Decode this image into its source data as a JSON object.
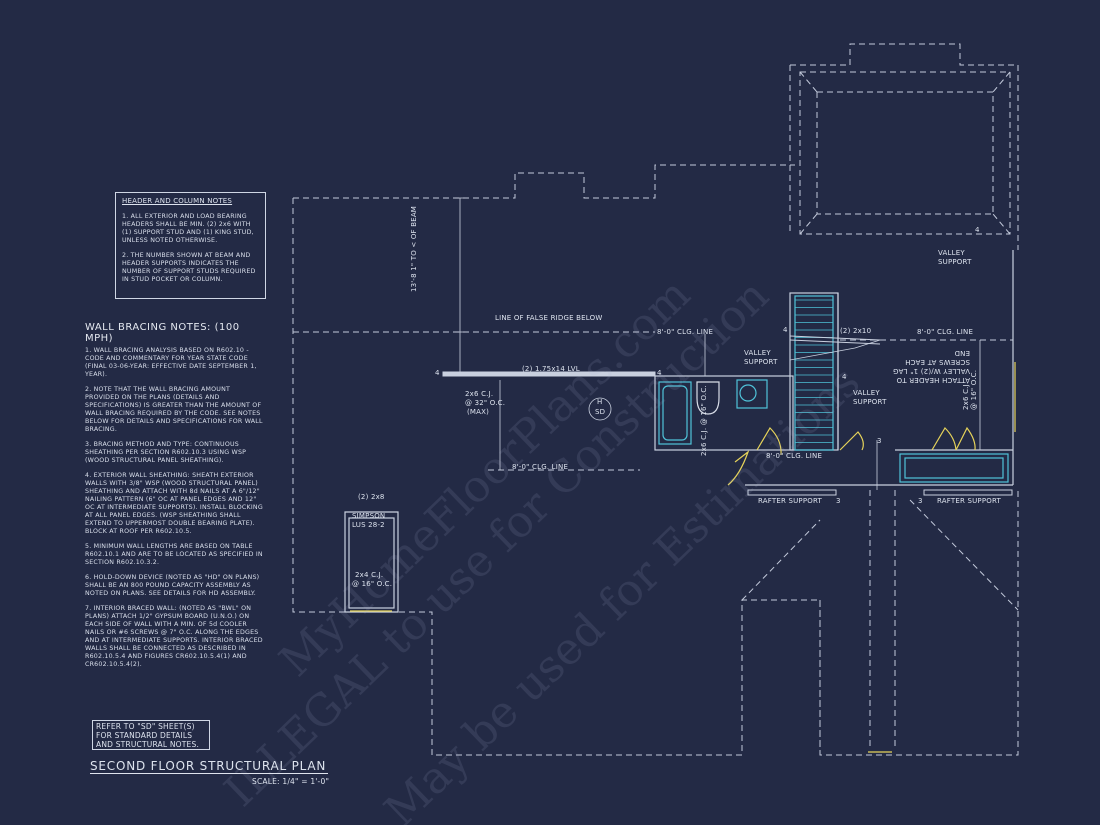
{
  "header_notes": {
    "title": "HEADER AND COLUMN NOTES",
    "items": [
      "1. ALL EXTERIOR AND LOAD BEARING HEADERS SHALL BE MIN. (2) 2x6 WITH (1) SUPPORT STUD AND (1) KING STUD, UNLESS NOTED OTHERWISE.",
      "2. THE NUMBER SHOWN AT BEAM AND HEADER SUPPORTS INDICATES THE NUMBER OF SUPPORT STUDS REQUIRED IN STUD POCKET OR COLUMN."
    ]
  },
  "bracing_notes": {
    "title": "WALL BRACING NOTES: (100 MPH)",
    "items": [
      "1. WALL BRACING ANALYSIS BASED ON R602.10 - CODE AND COMMENTARY FOR YEAR STATE CODE (FINAL 03-06-YEAR: EFFECTIVE DATE SEPTEMBER 1, YEAR).",
      "2. NOTE THAT THE WALL BRACING AMOUNT PROVIDED ON THE PLANS (DETAILS AND SPECIFICATIONS) IS GREATER THAN THE AMOUNT OF WALL BRACING REQUIRED BY THE CODE. SEE NOTES BELOW FOR DETAILS AND SPECIFICATIONS FOR WALL BRACING.",
      "3. BRACING METHOD AND TYPE: CONTINUOUS SHEATHING PER SECTION R602.10.3 USING WSP (WOOD STRUCTURAL PANEL SHEATHING).",
      "4. EXTERIOR WALL SHEATHING: SHEATH EXTERIOR WALLS WITH 3/8\" WSP (WOOD STRUCTURAL PANEL) SHEATHING AND ATTACH WITH 8d NAILS AT A 6\"/12\" NAILING PATTERN (6\" OC AT PANEL EDGES AND 12\" OC AT INTERMEDIATE SUPPORTS). INSTALL BLOCKING AT ALL PANEL EDGES. (WSP SHEATHING SHALL EXTEND TO UPPERMOST DOUBLE BEARING PLATE). BLOCK AT ROOF PER R602.10.5.",
      "5. MINIMUM WALL LENGTHS ARE BASED ON TABLE R602.10.1 AND ARE TO BE LOCATED AS SPECIFIED IN SECTION R602.10.3.2.",
      "6. HOLD-DOWN DEVICE (NOTED AS \"HD\" ON PLANS) SHALL BE AN 800 POUND CAPACITY ASSEMBLY AS NOTED ON PLANS. SEE DETAILS FOR HD ASSEMBLY.",
      "7. INTERIOR BRACED WALL: (NOTED AS \"BWL\" ON PLANS) ATTACH 1/2\" GYPSUM BOARD (U.N.O.) ON EACH SIDE OF WALL WITH A MIN. OF 5d COOLER NAILS OR #6 SCREWS @ 7\" O.C. ALONG THE EDGES AND AT INTERMEDIATE SUPPORTS. INTERIOR BRACED WALLS SHALL BE CONNECTED AS DESCRIBED IN R602.10.5.4 AND FIGURES CR602.10.5.4(1) AND CR602.10.5.4(2)."
    ]
  },
  "refer_note": [
    "REFER TO \"SD\" SHEET(S)",
    "FOR STANDARD DETAILS",
    "AND STRUCTURAL NOTES."
  ],
  "plan_title": "SECOND FLOOR STRUCTURAL PLAN",
  "scale": "SCALE: 1/4\" = 1'-0\"",
  "labels": {
    "dim_vertical": "13'-8 1\" TO < OF BEAM",
    "false_ridge": "LINE OF FALSE RIDGE BELOW",
    "lvl_beam": "(2) 1.75x14 LVL",
    "joists_left_1": "2x6 C.J.",
    "joists_left_2": "@ 32\" O.C.",
    "joists_left_3": "(MAX)",
    "clg_line_lower": "8'-0\" CLG. LINE",
    "clg_line_mid": "8'-0\" CLG. LINE",
    "clg_line_bath": "8'-0\" CLG. LINE",
    "clg_line_right": "8'-0\" CLG. LINE",
    "header_2x10": "(2) 2x10",
    "valley_support_top": "VALLEY SUPPORT",
    "valley_support_mid": "VALLEY SUPPORT",
    "valley_support_right": "VALLEY SUPPORT",
    "attach_header": "ATTACH HEADER TO VALLEY W/(2) 1\" LAG SCREWS AT EACH END",
    "hd": "H",
    "sd": "SD",
    "joists_bath": "2x6 C.J. @ 16\" O.C.",
    "joists_right_1": "2x6 C.J.",
    "joists_right_2": "@ 16\" O.C.",
    "rafter_support_left": "RAFTER SUPPORT",
    "rafter_support_right": "RAFTER SUPPORT",
    "header_small": "(2) 2x8",
    "simpson_1": "SIMPSON",
    "simpson_2": "LUS 28-2",
    "joists_bay_1": "2x4 C.J.",
    "joists_bay_2": "@ 16\" O.C.",
    "stud_4a": "4",
    "stud_4b": "4",
    "stud_4c": "4",
    "stud_4d": "4",
    "stud_4e": "4",
    "stud_3a": "3",
    "stud_3b": "3",
    "stud_3c": "3"
  },
  "watermark": [
    "MyHomeFloorPlans.com",
    "ILLEGAL to use for Construction",
    "May be used for Estimations"
  ],
  "colors": {
    "background": "#232a45",
    "linework": "#c9d0df",
    "accent_cyan": "#4fc3d9",
    "accent_yellow": "#e6d35a"
  }
}
